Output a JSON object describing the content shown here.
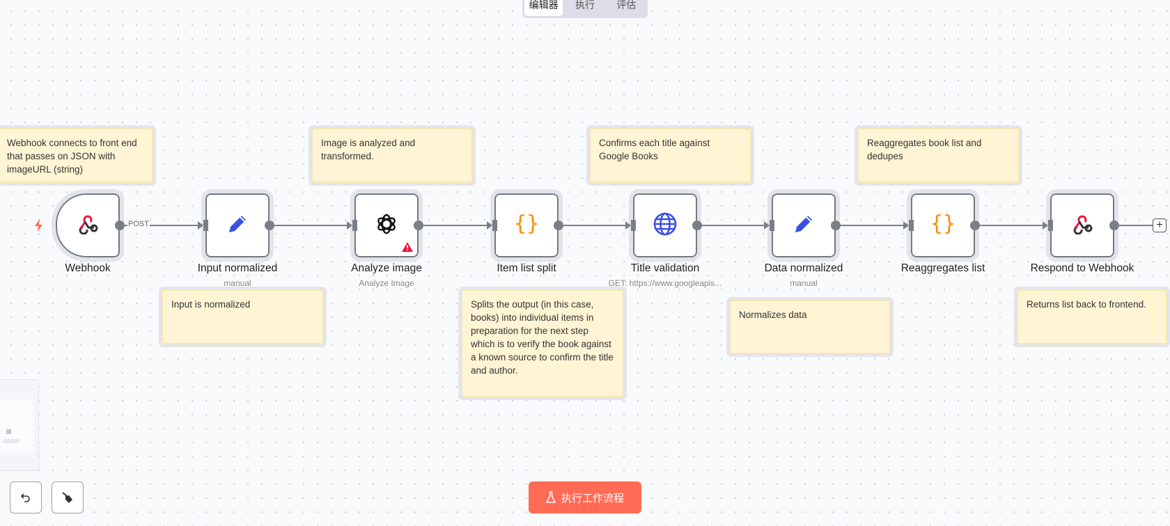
{
  "tabs": [
    {
      "label": "编辑器",
      "active": true
    },
    {
      "label": "执行",
      "active": false
    },
    {
      "label": "评估",
      "active": false
    }
  ],
  "edge_label": "POST",
  "nodes": [
    {
      "name": "Webhook",
      "sub": "",
      "icon": "webhook-icon"
    },
    {
      "name": "Input normalized",
      "sub": "manual",
      "icon": "pencil-icon"
    },
    {
      "name": "Analyze image",
      "sub": "Analyze Image",
      "icon": "openai-icon",
      "warning": true
    },
    {
      "name": "Item list split",
      "sub": "",
      "icon": "code-braces-icon"
    },
    {
      "name": "Title validation",
      "sub": "GET: https://www.googleapis...",
      "icon": "globe-icon"
    },
    {
      "name": "Data normalized",
      "sub": "manual",
      "icon": "pencil-icon"
    },
    {
      "name": "Reaggregates list",
      "sub": "",
      "icon": "code-braces-icon"
    },
    {
      "name": "Respond to Webhook",
      "sub": "",
      "icon": "webhook-icon"
    }
  ],
  "stickies": [
    "Webhook connects to front end that passes on JSON with imageURL (string)",
    "Image is analyzed and transformed.",
    "Confirms each title against Google Books",
    "Reaggregates book list and dedupes",
    "Input is normalized",
    "Splits the output (in this case, books) into individual items in preparation for the next step which is to verify the book against a known source to confirm the title and author.",
    "Normalizes data",
    "Returns list back to frontend."
  ],
  "run_button": "执行工作流程",
  "colors": {
    "accent": "#ff6b55",
    "sticky": "#fff4d4",
    "icon_blue": "#3b4fe4",
    "icon_orange": "#ff8c00",
    "webhook_red": "#e8173f"
  }
}
